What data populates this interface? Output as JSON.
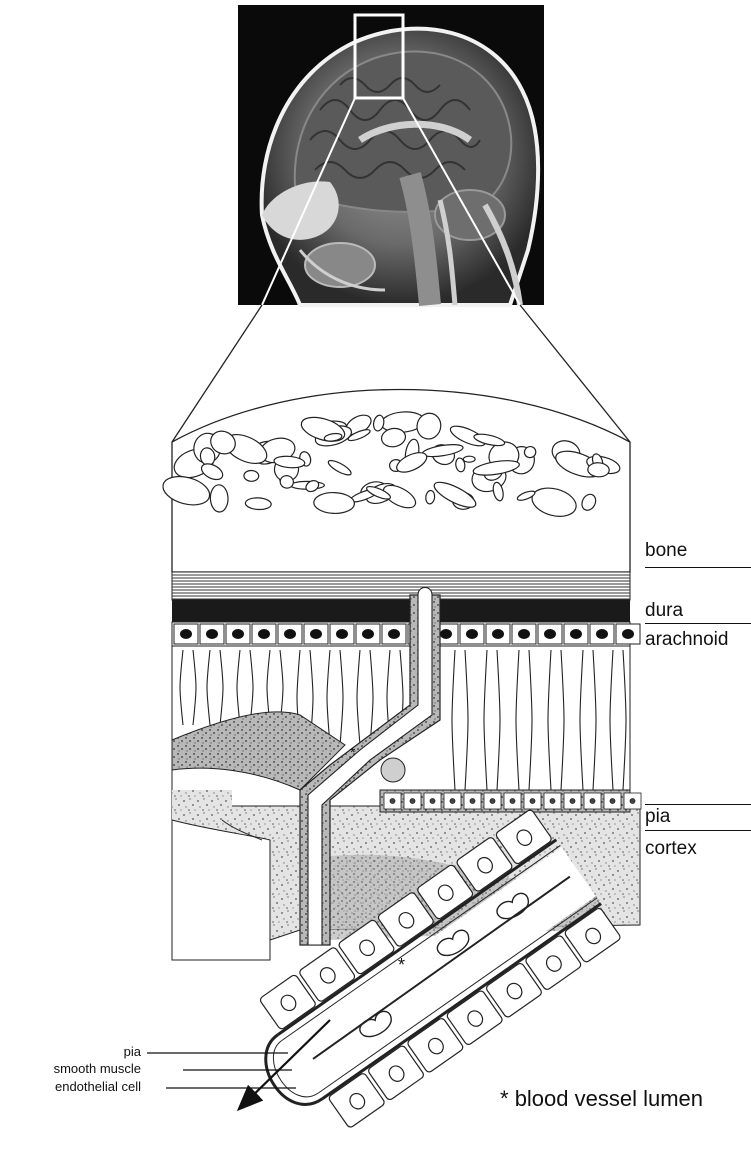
{
  "layers": {
    "bone": "bone",
    "dura": "dura",
    "arachnoid": "arachnoid",
    "pia": "pia",
    "cortex": "cortex"
  },
  "vessel_labels": {
    "pia": "pia",
    "smooth_muscle": "smooth muscle",
    "endothelial_cell": "endothelial cell"
  },
  "legend": {
    "symbol": "*",
    "text": "blood vessel lumen"
  },
  "lumen_marker": "*"
}
